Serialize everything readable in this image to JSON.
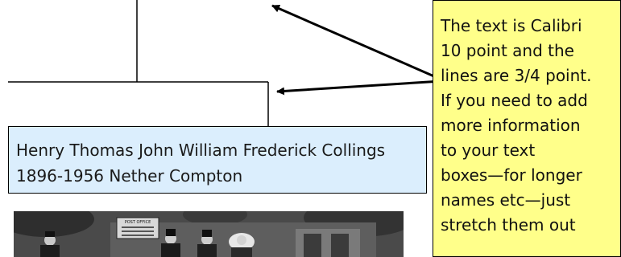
{
  "person": {
    "name": "Henry Thomas John William Frederick Collings",
    "details": "1896-1956 Nether Compton"
  },
  "note": {
    "lines": [
      "The text is Calibri",
      "10 point and the",
      "lines are 3/4 point.",
      "If you need to add",
      "more information",
      "to your text",
      "boxes—for longer",
      "names etc—just",
      "stretch them out"
    ]
  },
  "photo": {
    "sign_title": "POST OFFICE"
  }
}
